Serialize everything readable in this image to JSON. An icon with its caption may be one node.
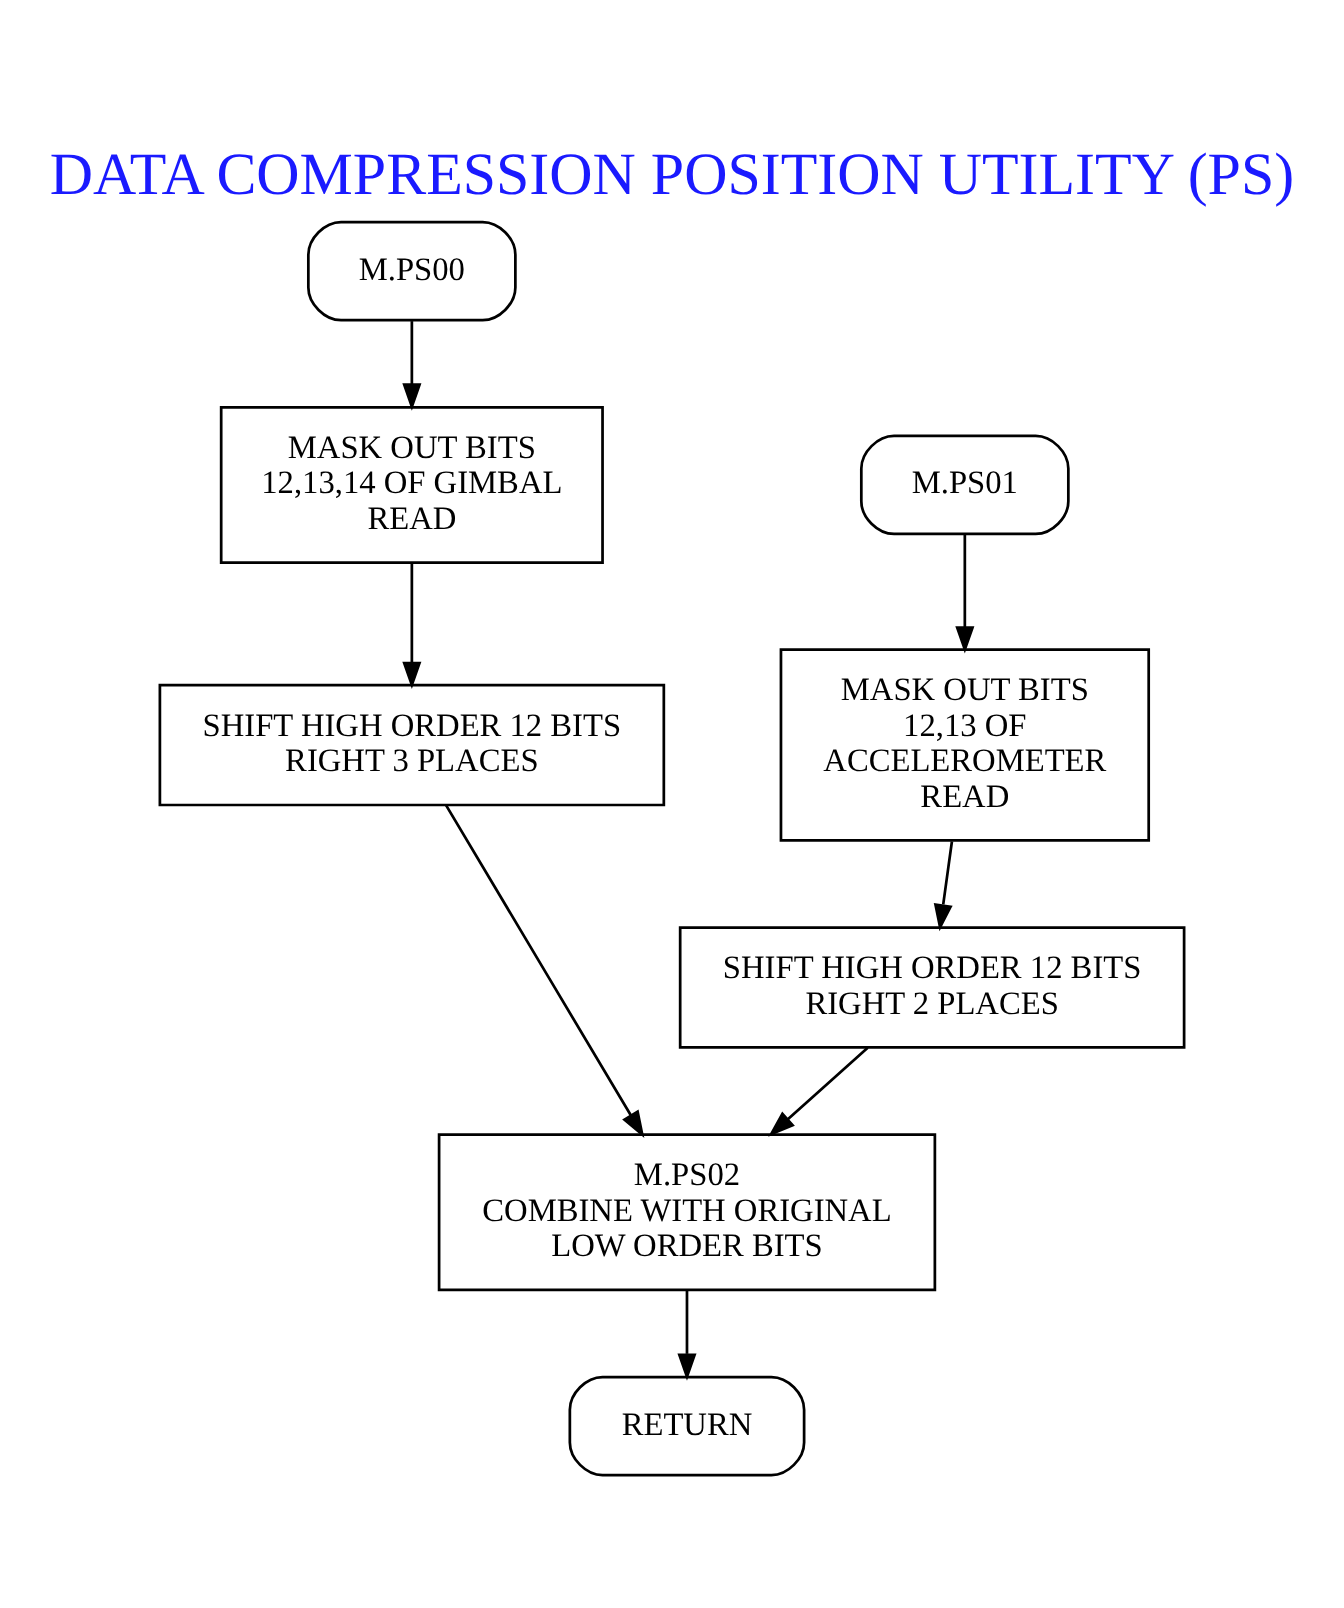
{
  "diagram": {
    "title": "DATA COMPRESSION POSITION UTILITY (PS)",
    "nodes": [
      {
        "text": [
          "M.PS00"
        ]
      },
      {
        "text": [
          "MASK OUT BITS 12,13,14 OF GIMBAL READ"
        ]
      },
      {
        "text": [
          "SHIFT HIGH ORDER 12 BITS RIGHT 3 PLACES"
        ]
      },
      {
        "text": [
          "M.PS01"
        ]
      },
      {
        "text": [
          "MASK OUT BITS 12,13 OF ACCELEROMETER READ"
        ]
      },
      {
        "text": [
          "SHIFT HIGH ORDER 12 BITS RIGHT 2 PLACES"
        ]
      },
      {
        "text": [
          "M.PS02",
          "COMBINE WITH ORIGINAL LOW ORDER BITS"
        ]
      },
      {
        "text": [
          "RETURN"
        ]
      }
    ],
    "edges": [
      {
        "from": 0,
        "to": 1,
        "arrow": "to"
      },
      {
        "from": 1,
        "to": 2,
        "arrow": "to"
      },
      {
        "from": 2,
        "to": 6,
        "arrow": "to"
      },
      {
        "from": 3,
        "to": 4,
        "arrow": "to"
      },
      {
        "from": 4,
        "to": 5,
        "arrow": "to"
      },
      {
        "from": 5,
        "to": 6,
        "arrow": "to"
      },
      {
        "from": 6,
        "to": 7,
        "arrow": "to"
      }
    ]
  }
}
